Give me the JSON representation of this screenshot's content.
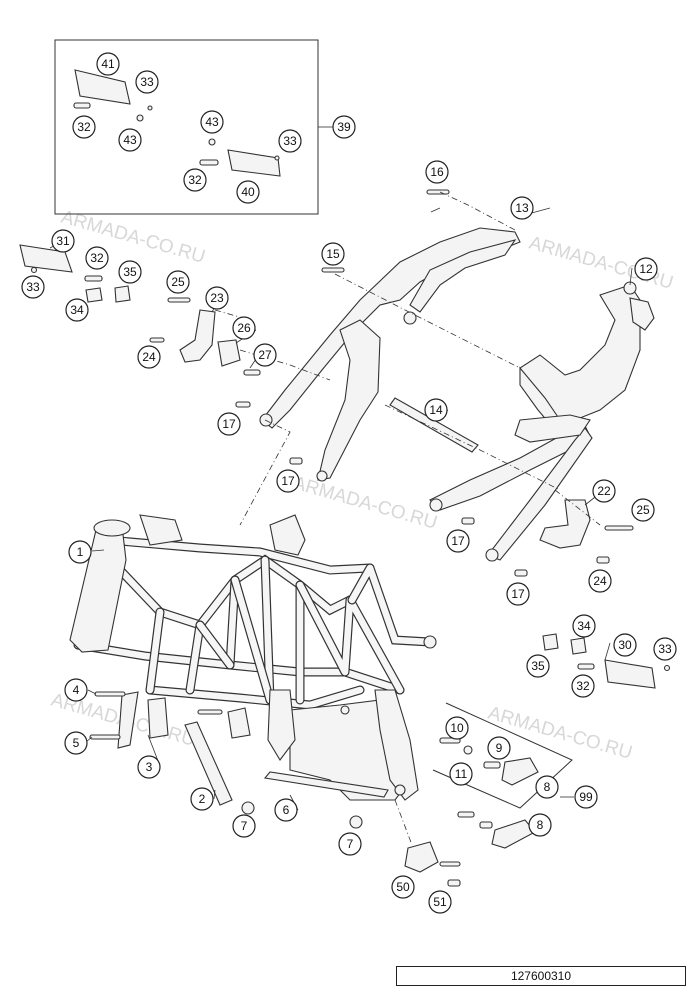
{
  "diagram": {
    "drawing_code": "127600310",
    "watermark": "ARMADA-CO.RU",
    "callouts": [
      "1",
      "2",
      "3",
      "4",
      "5",
      "6",
      "7",
      "7",
      "8",
      "8",
      "9",
      "10",
      "11",
      "12",
      "13",
      "14",
      "15",
      "16",
      "17",
      "17",
      "17",
      "17",
      "22",
      "23",
      "24",
      "24",
      "25",
      "25",
      "26",
      "27",
      "30",
      "31",
      "32",
      "32",
      "32",
      "32",
      "33",
      "33",
      "33",
      "33",
      "34",
      "34",
      "35",
      "35",
      "39",
      "40",
      "41",
      "43",
      "43",
      "50",
      "51",
      "99"
    ]
  }
}
